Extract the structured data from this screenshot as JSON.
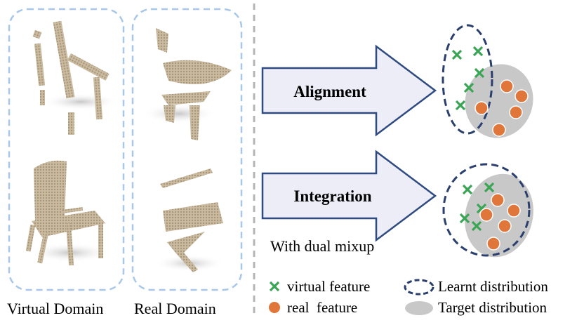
{
  "panels": {
    "virtual_domain_label": "Virtual Domain",
    "real_domain_label": "Real Domain"
  },
  "arrows": {
    "top_label": "Alignment",
    "bottom_label": "Integration",
    "note": "With dual mixup"
  },
  "legend": {
    "virtual_feature": "virtual feature",
    "real_feature": "real  feature",
    "learnt_distribution": "Learnt distribution",
    "target_distribution": "Target distribution"
  },
  "colors": {
    "panel_border": "#a9c7e8",
    "divider": "#b5b5b5",
    "arrow_fill": "#ededf8",
    "arrow_stroke": "#2f4b7f",
    "cross": "#3aa655",
    "dot": "#e0763a",
    "dot_stroke": "#ffffff",
    "target": "#c8c8c8",
    "learnt": "#2b3f6e",
    "pointcloud": "#c7b59a",
    "pointcloud_dark": "#a8967a"
  }
}
